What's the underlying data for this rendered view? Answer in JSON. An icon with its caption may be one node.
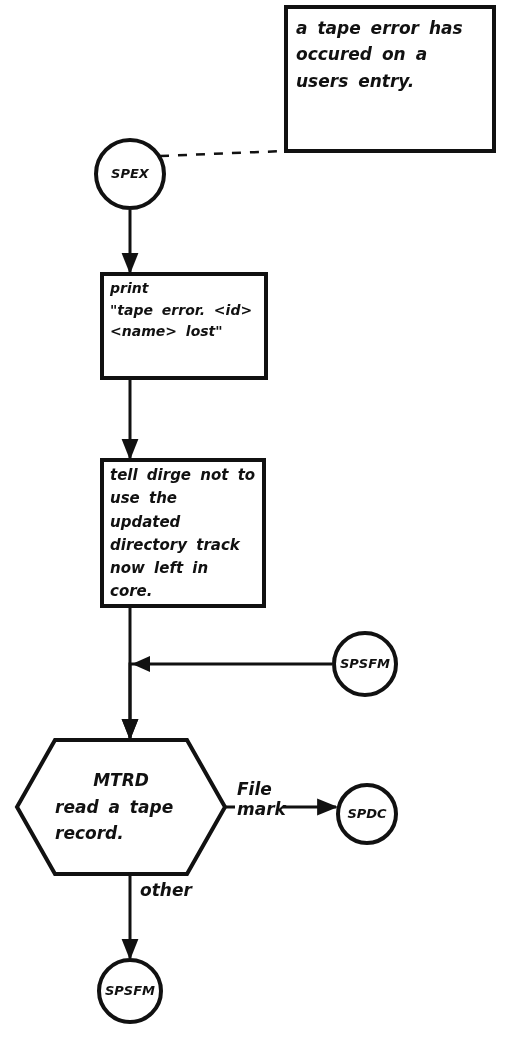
{
  "diagram": {
    "nodes": [
      {
        "text": [
          "a tape error has occured on a users entry."
        ]
      },
      {
        "text": [
          "SPEX"
        ]
      },
      {
        "text": [
          "print",
          "\"tape error. <id><name> lost\""
        ]
      },
      {
        "text": [
          "tell dirge not to use the updated directory track now left in core."
        ]
      },
      {
        "text": [
          "SPSFM"
        ]
      },
      {
        "text": [
          "MTRD",
          "read a tape record."
        ]
      },
      {
        "text": [
          "SPDC"
        ]
      },
      {
        "text": [
          "SPSFM"
        ]
      }
    ],
    "edges": [
      {
        "from": 1,
        "to": 0,
        "arrow": "none",
        "style": "dashed"
      },
      {
        "from": 1,
        "to": 2,
        "arrow": "to"
      },
      {
        "from": 2,
        "to": 3,
        "arrow": "to"
      },
      {
        "from": 3,
        "to": 5,
        "arrow": "to"
      },
      {
        "from": 4,
        "to": 5,
        "arrow": "to"
      },
      {
        "from": 5,
        "to": 6,
        "arrow": "to",
        "label": "File mark"
      },
      {
        "from": 5,
        "to": 7,
        "arrow": "to",
        "label": "other"
      }
    ]
  }
}
